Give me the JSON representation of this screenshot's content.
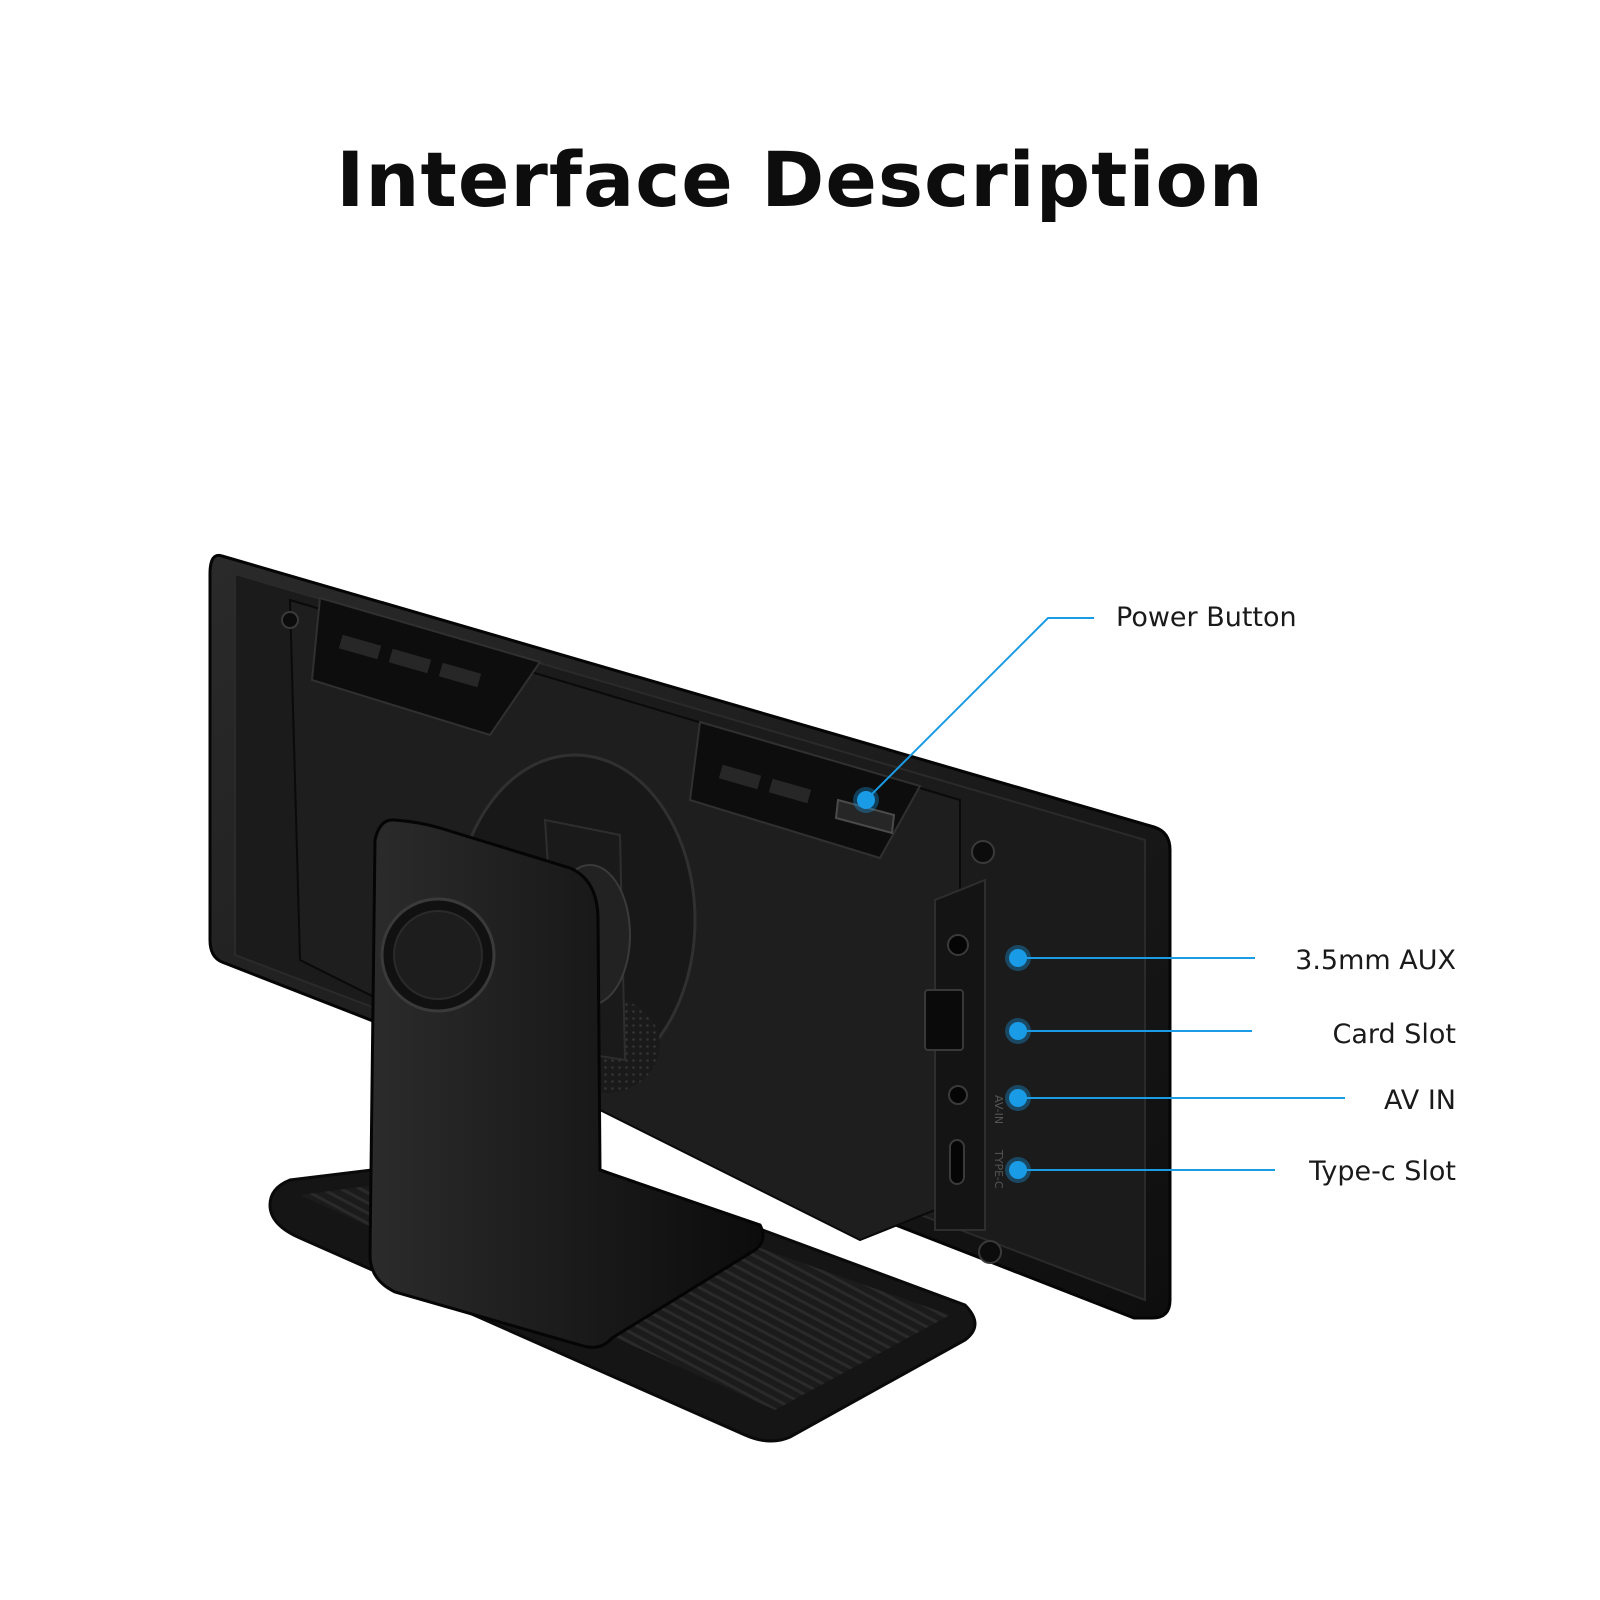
{
  "title": "Interface Description",
  "callouts": {
    "power": "Power Button",
    "aux": "3.5mm AUX",
    "card": "Card Slot",
    "av_in": "AV IN",
    "type_c": "Type-c Slot"
  },
  "port_labels": {
    "av_in": "AV-IN",
    "type_c": "TYPE-C"
  },
  "colors": {
    "accent": "#1a9be6",
    "device_body": "#161616"
  }
}
